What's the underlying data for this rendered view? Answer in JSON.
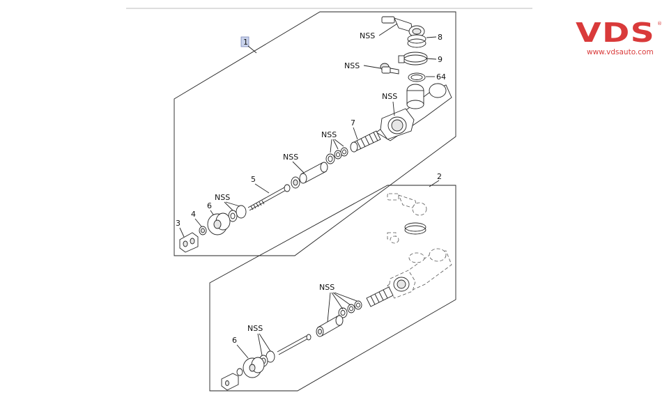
{
  "brand": {
    "logo_text": "VDS",
    "registered_mark": "®",
    "website": "www.vdsauto.com",
    "color": "#d93a3a"
  },
  "diagram": {
    "assembly_1_callout": "1",
    "assembly_2_callout": "2",
    "nss": "NSS",
    "labels": {
      "p8": "8",
      "p9": "9",
      "p64": "64",
      "p7": "7",
      "p5": "5",
      "p6": "6",
      "p4": "4",
      "p3": "3",
      "p6b": "6"
    }
  }
}
